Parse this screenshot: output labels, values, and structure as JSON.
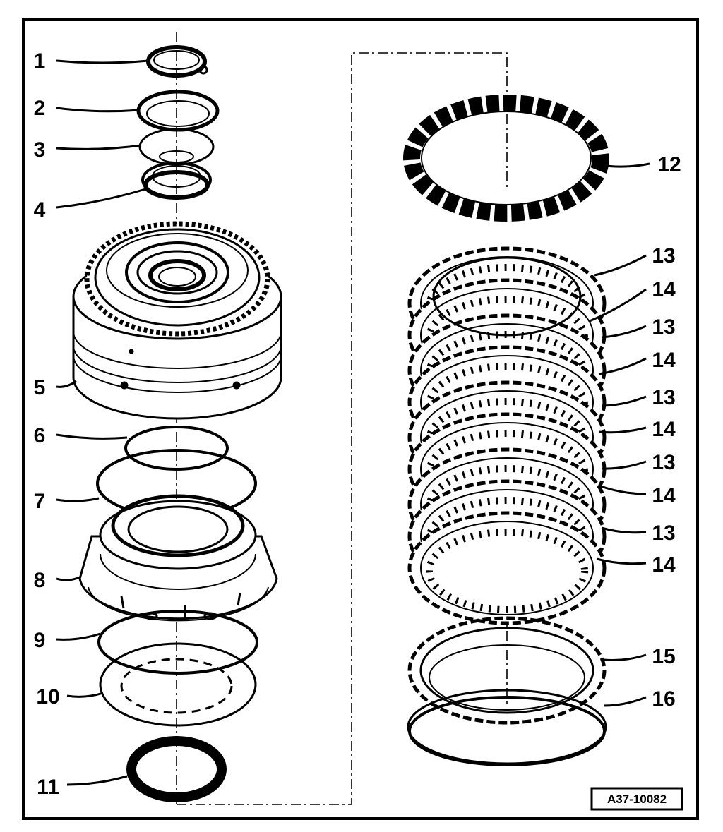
{
  "figure": {
    "figure_id": "A37-10082",
    "callouts": [
      "1",
      "2",
      "3",
      "4",
      "5",
      "6",
      "7",
      "8",
      "9",
      "10",
      "11",
      "12",
      "13",
      "14",
      "13",
      "14",
      "13",
      "14",
      "13",
      "14",
      "13",
      "14",
      "15",
      "16"
    ]
  },
  "colors": {
    "ink": "#000000",
    "paper": "#ffffff"
  }
}
